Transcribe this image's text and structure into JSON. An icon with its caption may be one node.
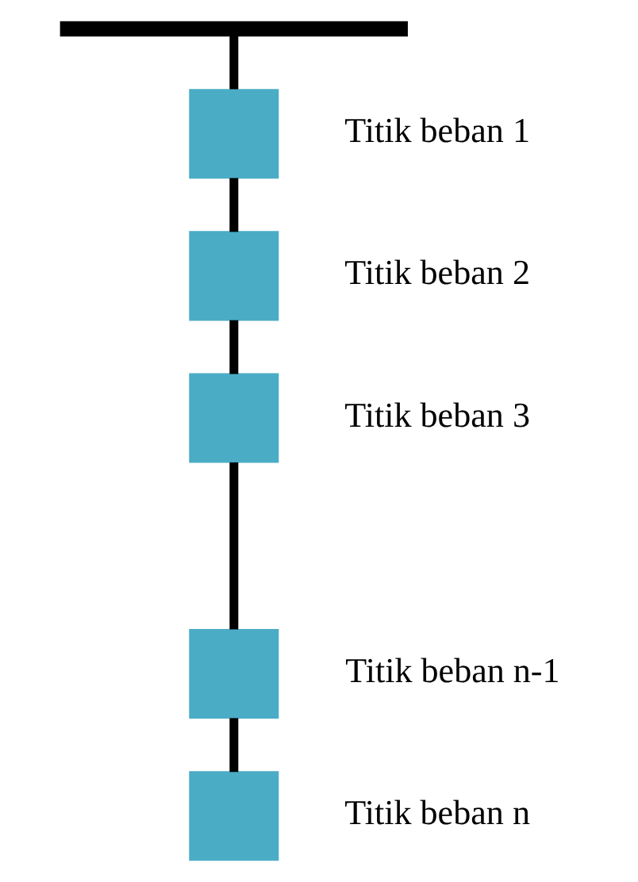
{
  "diagram": {
    "nodes": [
      {
        "text": [],
        "shape": "bar"
      },
      {
        "text": [],
        "shape": "box",
        "beside": [
          "Titik beban 1"
        ]
      },
      {
        "text": [],
        "shape": "box",
        "beside": [
          "Titik beban 2"
        ]
      },
      {
        "text": [],
        "shape": "box",
        "beside": [
          "Titik beban 3"
        ]
      },
      {
        "text": [],
        "shape": "box",
        "beside": [
          "Titik beban n-1"
        ]
      },
      {
        "text": [],
        "shape": "box",
        "beside": [
          "Titik beban n"
        ]
      }
    ],
    "edges": [
      {
        "from": 0,
        "to": 1,
        "arrow": "none"
      },
      {
        "from": 1,
        "to": 2,
        "arrow": "none"
      },
      {
        "from": 2,
        "to": 3,
        "arrow": "none"
      },
      {
        "from": 3,
        "to": 4,
        "arrow": "none"
      },
      {
        "from": 4,
        "to": 5,
        "arrow": "none"
      }
    ]
  }
}
